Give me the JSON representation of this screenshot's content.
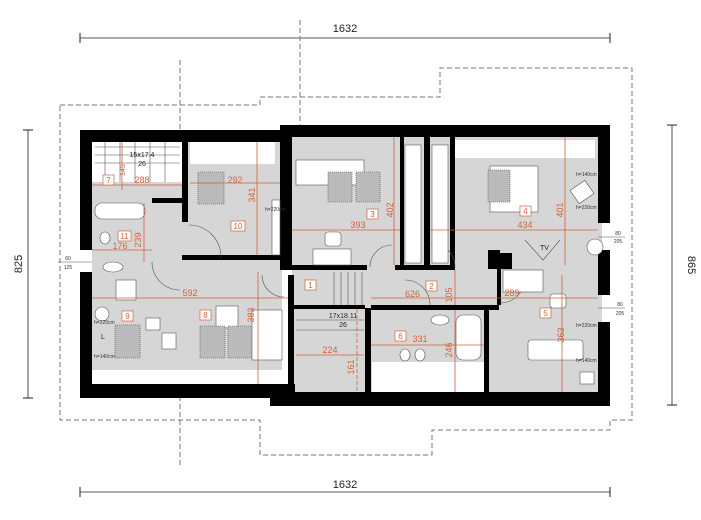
{
  "dimensions": {
    "top_width": "1632",
    "bottom_width": "1632",
    "left_height": "825",
    "right_height": "865",
    "left_window": {
      "width": "60",
      "height": "125"
    },
    "right_window_top": {
      "width": "80",
      "height": "205"
    },
    "right_window_bottom": {
      "width": "80",
      "height": "205"
    }
  },
  "rooms": [
    {
      "number": "1"
    },
    {
      "number": "2",
      "width": "626",
      "depth": "105"
    },
    {
      "number": "3",
      "width": "393",
      "depth": "402"
    },
    {
      "number": "4",
      "width": "434",
      "depth": "401",
      "tv": "TV",
      "note_a": "h=140cm",
      "note_b": "h=220cm"
    },
    {
      "number": "5",
      "width": "289",
      "depth": "363",
      "note_a": "h=220cm",
      "note_b": "h=140cm"
    },
    {
      "number": "6",
      "width": "331",
      "depth": "246"
    },
    {
      "number": "7",
      "width": "288",
      "depth": "145"
    },
    {
      "number": "8",
      "width": "592",
      "depth": "383"
    },
    {
      "number": "9",
      "note_a": "h=220cm",
      "note_b": "h=140cm",
      "fridge": "L"
    },
    {
      "number": "10",
      "width": "292",
      "depth": "341",
      "note_a": "h=220cm"
    },
    {
      "number": "11",
      "width": "176",
      "depth": "239"
    }
  ],
  "stairs": {
    "upper": {
      "size": "15x17.4",
      "steps": "26"
    },
    "lower": {
      "size": "17x18.11",
      "steps": "26"
    }
  },
  "landing": {
    "width": "224",
    "depth": "161"
  },
  "colors": {
    "walls": "#000000",
    "floor": "#d6d6d6",
    "dimension_lines": "#d0623a",
    "roof_outline": "#777777"
  }
}
